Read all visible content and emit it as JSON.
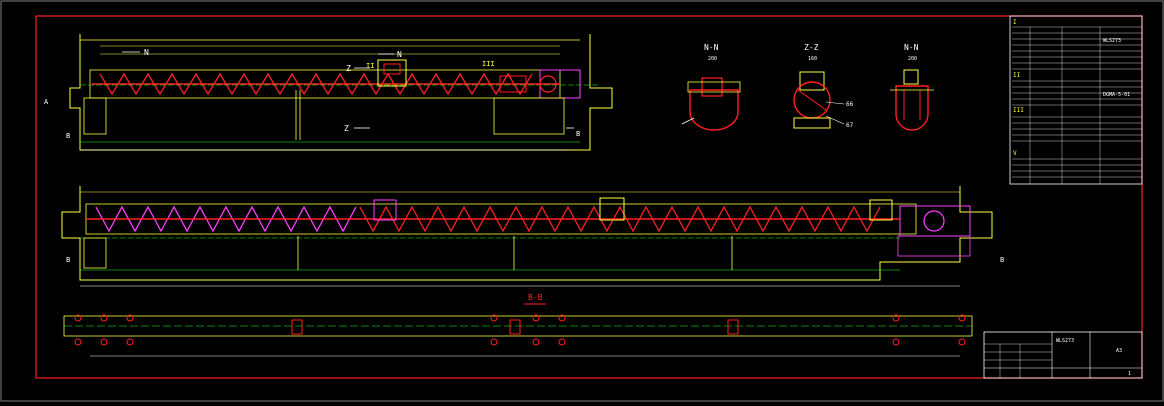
{
  "drawing": {
    "section_labels": {
      "nn_left": "N-N",
      "zz": "Z-Z",
      "nn_right": "N-N",
      "bb": "B-B"
    },
    "section_scales": {
      "nn_left": "200",
      "zz": "160",
      "nn_right": "200"
    },
    "view_letters": {
      "n_top": "N",
      "n_mid": "N",
      "z_left": "Z",
      "z_bottom": "Z",
      "b": "B",
      "a": "A"
    },
    "small_marks": {
      "ii": "II",
      "iii": "III"
    },
    "dimension_marks": {
      "d1": "66",
      "d2": "67"
    }
  },
  "spec_table": {
    "section_headers": [
      "I",
      "II",
      "III",
      "V"
    ],
    "footer_codes": [
      "WLS273",
      "DGMA-5-01"
    ]
  },
  "title_block": {
    "drawing_code": "WLS273",
    "label_a": "A3",
    "sheet": "1"
  },
  "colors": {
    "border": "#ff2020",
    "outline": "#ffff40",
    "screw": "#ff2020",
    "motor": "#ff40ff",
    "centerline": "#20ff20",
    "dimension": "#ffffff",
    "accent": "#40ffff"
  }
}
